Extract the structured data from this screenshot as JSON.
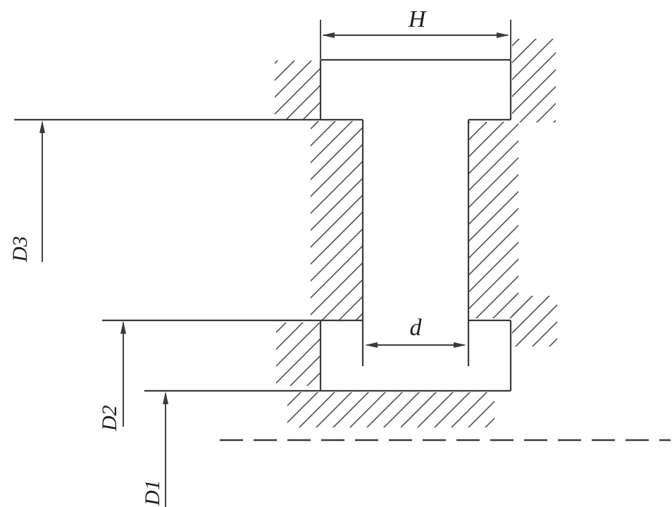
{
  "diagram": {
    "labels": {
      "H": "H",
      "d": "d",
      "D3": "D3",
      "D2": "D2",
      "D1": "D1"
    },
    "colors": {
      "line": "#3a3a3a",
      "hatch": "#4f4f4f",
      "background": "#ffffff"
    }
  }
}
